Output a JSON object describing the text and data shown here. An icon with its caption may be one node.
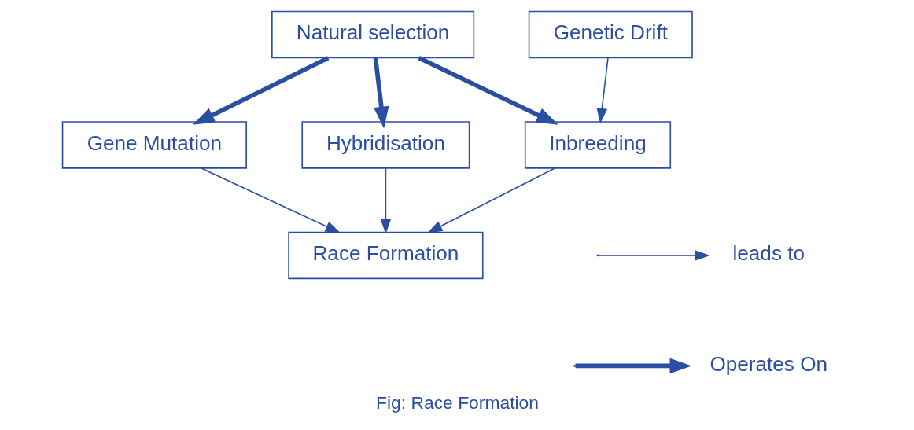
{
  "diagram": {
    "caption": "Fig: Race Formation",
    "nodes": [
      {
        "text": [
          "Gene Mutation"
        ]
      },
      {
        "text": [
          "Natural selection"
        ]
      },
      {
        "text": [
          "Race Formation"
        ]
      },
      {
        "text": [
          "Hybridisation"
        ]
      },
      {
        "text": [
          "Inbreeding"
        ]
      },
      {
        "text": [
          "Genetic Drift"
        ]
      }
    ],
    "edges": [
      {
        "from": 1,
        "to": 0,
        "arrow": "to",
        "style": "thick"
      },
      {
        "from": 0,
        "to": 2,
        "arrow": "to"
      },
      {
        "from": 1,
        "to": 3,
        "arrow": "to",
        "style": "thick"
      },
      {
        "from": 1,
        "to": 4,
        "arrow": "to",
        "style": "thick"
      },
      {
        "from": 3,
        "to": 2,
        "arrow": "to"
      },
      {
        "from": 4,
        "to": 2,
        "arrow": "to"
      },
      {
        "from": 5,
        "to": 4,
        "arrow": "to"
      }
    ],
    "legend": [
      {
        "text": "leads to"
      },
      {
        "text": "Operates On"
      }
    ]
  }
}
